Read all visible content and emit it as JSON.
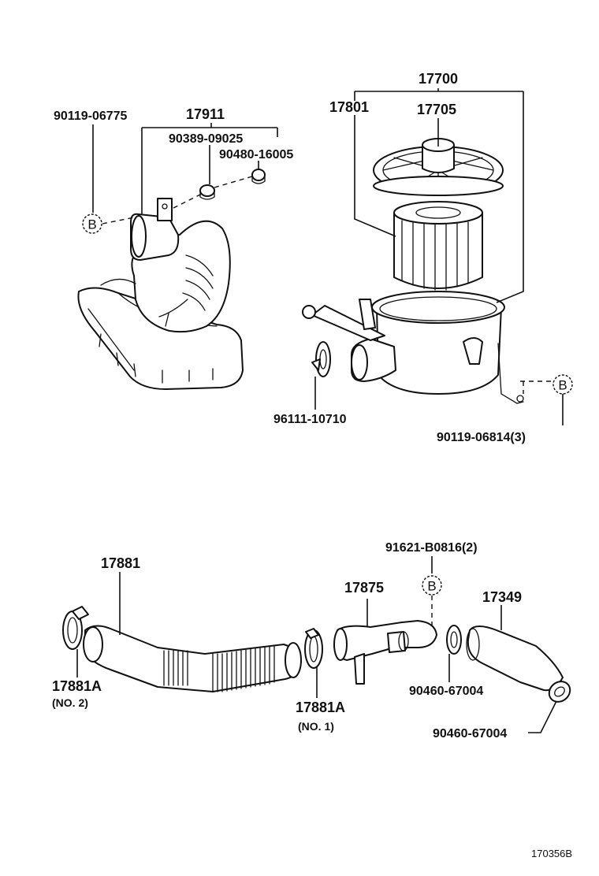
{
  "labels": {
    "p17700": "17700",
    "p17705": "17705",
    "p17801": "17801",
    "p17911": "17911",
    "p90119_06775": "90119-06775",
    "p90389_09025": "90389-09025",
    "p90480_16005": "90480-16005",
    "p96111_10710": "96111-10710",
    "p90119_06814": "90119-06814(3)",
    "p91621_B0816": "91621-B0816(2)",
    "p17881": "17881",
    "p17875": "17875",
    "p17349": "17349",
    "p17881A_no2": "17881A",
    "no2": "(NO. 2)",
    "p17881A_no1": "17881A",
    "no1": "(NO. 1)",
    "p90460_67004_a": "90460-67004",
    "p90460_67004_b": "90460-67004"
  },
  "markers": {
    "b_left": "B",
    "b_right": "B",
    "b_bottom": "B"
  },
  "figure_ref": "170356B"
}
